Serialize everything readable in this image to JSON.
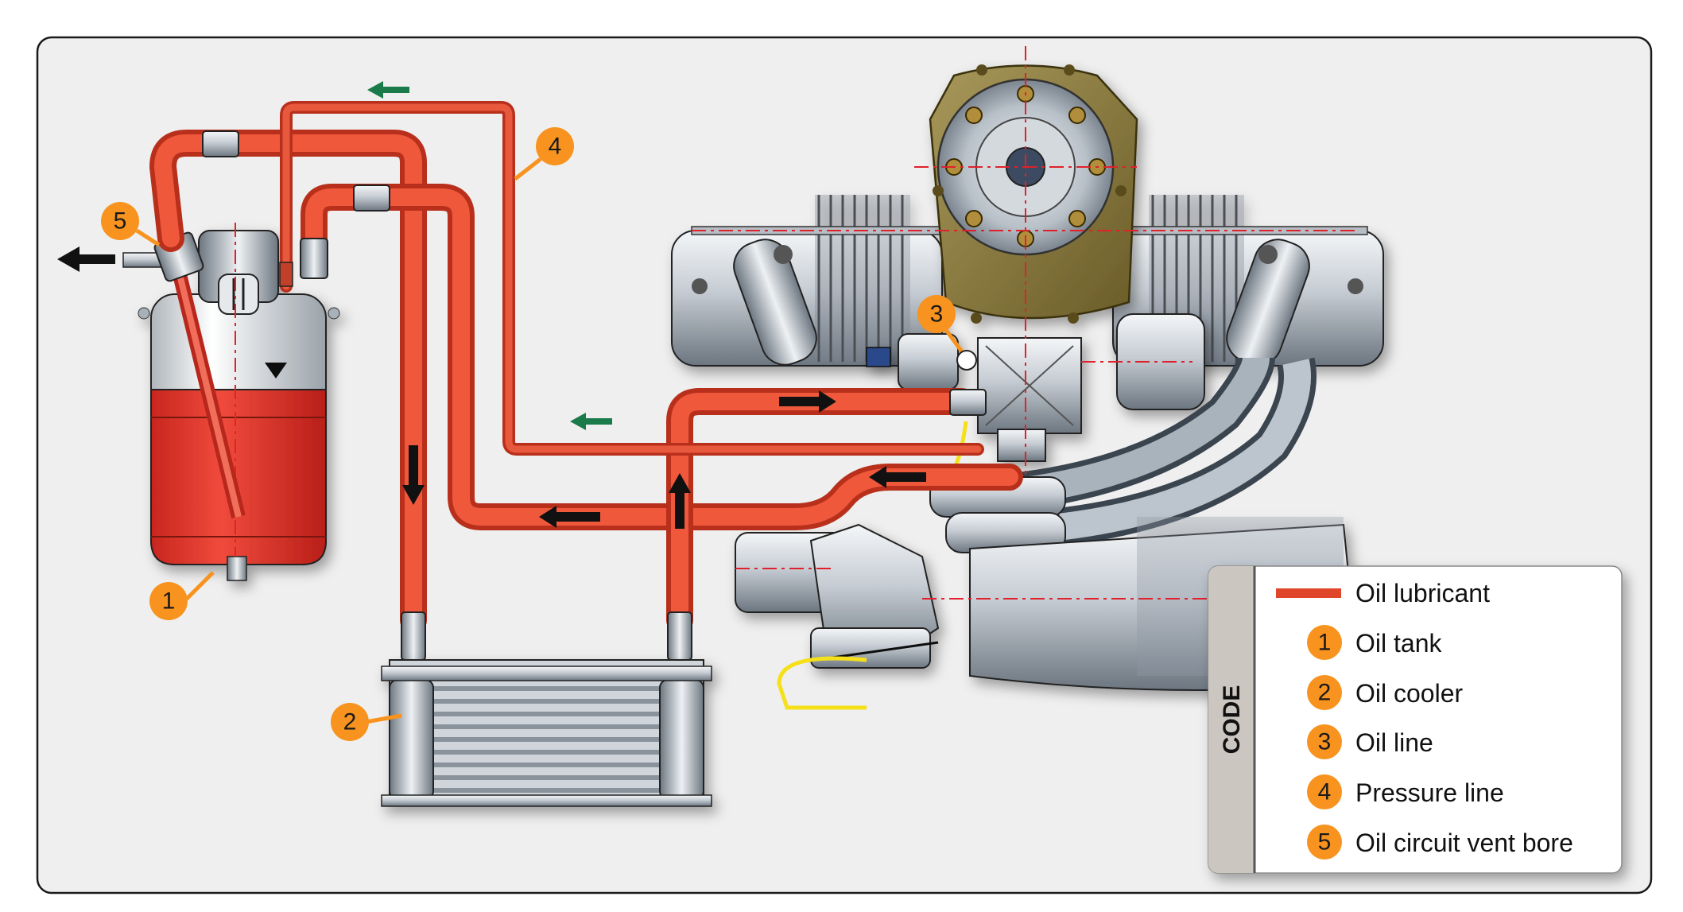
{
  "legend": {
    "heading": "CODE",
    "line_item": {
      "label": "Oil lubricant",
      "color": "#e0462a"
    },
    "items": [
      {
        "number": "1",
        "label": "Oil tank"
      },
      {
        "number": "2",
        "label": "Oil cooler"
      },
      {
        "number": "3",
        "label": "Oil line"
      },
      {
        "number": "4",
        "label": "Pressure line"
      },
      {
        "number": "5",
        "label": "Oil circuit vent bore"
      }
    ]
  },
  "callouts": [
    {
      "number": "1",
      "refers_to": "oil-tank"
    },
    {
      "number": "2",
      "refers_to": "oil-cooler"
    },
    {
      "number": "3",
      "refers_to": "oil-line"
    },
    {
      "number": "4",
      "refers_to": "pressure-line"
    },
    {
      "number": "5",
      "refers_to": "oil-circuit-vent-bore"
    }
  ],
  "colors": {
    "oil_pipe": "#f0583c",
    "oil_pipe_dark": "#c73a22",
    "tank_oil": "#e8382c",
    "badge": "#f7931e",
    "flow_arrow_black": "#111111",
    "flow_arrow_green": "#1a7a4a",
    "engine_metal": "#c9cfd6",
    "engine_housing": "#8a7a3a",
    "centerline": "#e0202a",
    "yellow_wire": "#f5e01a",
    "background": "#efefef"
  }
}
